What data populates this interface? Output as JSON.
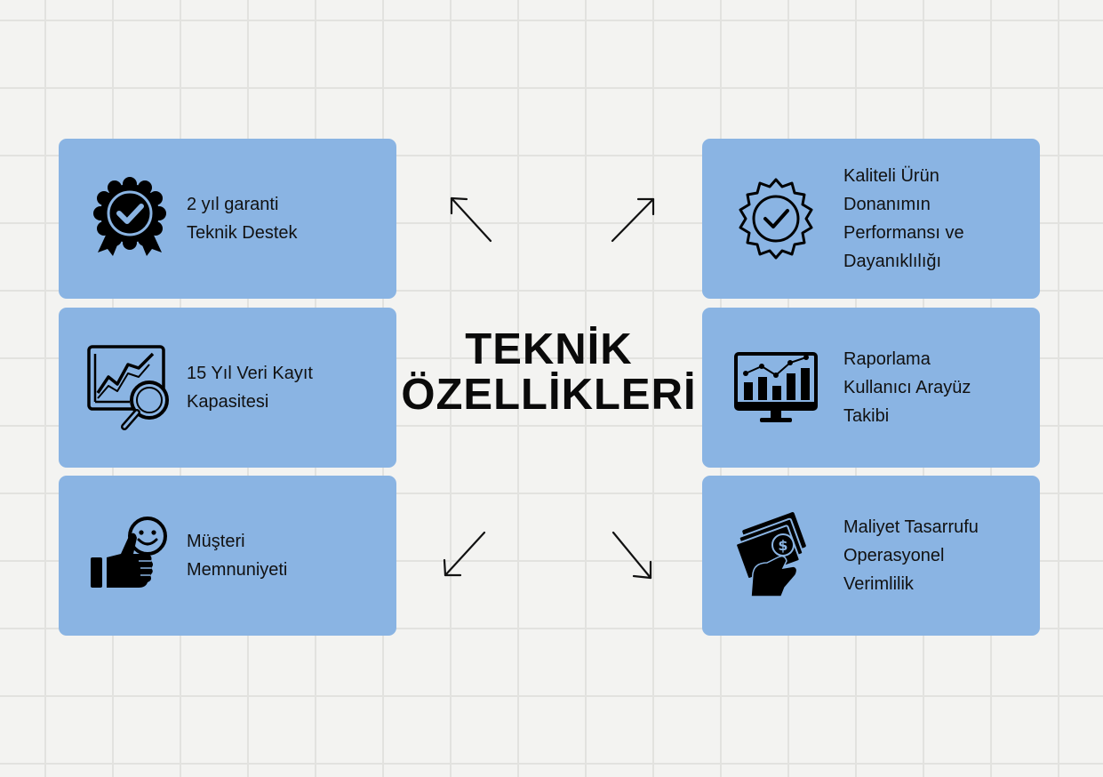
{
  "title": {
    "line1": "TEKNİK",
    "line2": "ÖZELLİKLERİ"
  },
  "cards": {
    "warranty": {
      "icon": "award-badge-check-icon",
      "lines": [
        "2 yıl garanti",
        "Teknik Destek"
      ]
    },
    "data_capacity": {
      "icon": "chart-magnifier-icon",
      "lines": [
        "15 Yıl Veri Kayıt",
        "Kapasitesi"
      ]
    },
    "satisfaction": {
      "icon": "thumbs-up-smiley-icon",
      "lines": [
        "Müşteri",
        "Memnuniyeti"
      ]
    },
    "quality": {
      "icon": "quality-check-badge-icon",
      "lines": [
        "Kaliteli Ürün",
        "Donanımın",
        "Performansı ve",
        "Dayanıklılığı"
      ]
    },
    "reporting": {
      "icon": "monitor-bar-chart-icon",
      "lines": [
        "Raporlama",
        "Kullanıcı Arayüz",
        "Takibi"
      ]
    },
    "savings": {
      "icon": "hand-money-icon",
      "lines": [
        "Maliyet Tasarrufu",
        "Operasyonel",
        "Verimlilik"
      ]
    }
  },
  "colors": {
    "card": "#8ab4e3",
    "text": "#111111",
    "background": "#f3f3f1",
    "grid": "#e2e2df"
  }
}
